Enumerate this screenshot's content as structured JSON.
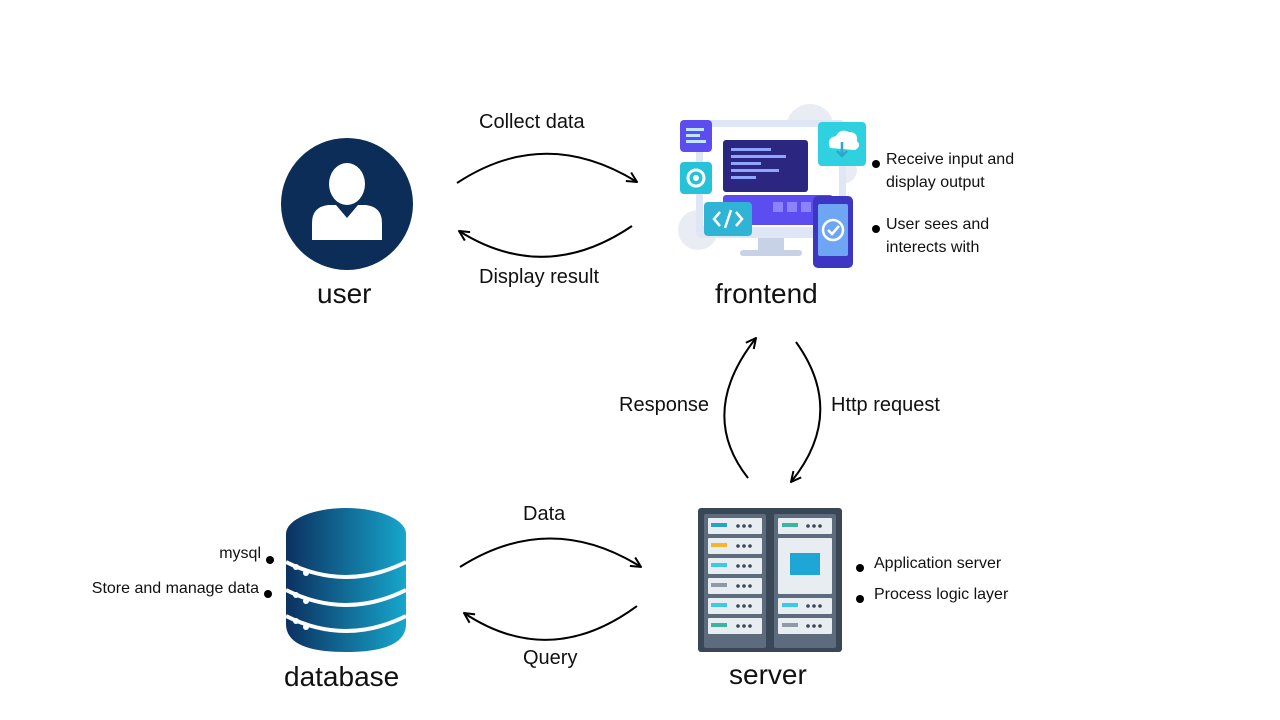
{
  "nodes": {
    "user": {
      "label": "user"
    },
    "frontend": {
      "label": "frontend",
      "notes": [
        "Receive input and display output",
        "User sees and interects with"
      ]
    },
    "server": {
      "label": "server",
      "notes": [
        "Application server",
        "Process logic layer"
      ]
    },
    "database": {
      "label": "database",
      "notes": [
        "mysql",
        "Store and manage data"
      ]
    }
  },
  "edges": {
    "collect_data": "Collect data",
    "display_result": "Display result",
    "response": "Response",
    "http_request": "Http request",
    "data": "Data",
    "query": "Query"
  },
  "colors": {
    "user_circle": "#0b2d57",
    "db_dark": "#0b3160",
    "db_light": "#17a6cc",
    "frontend_accent": "#5b4df0",
    "server_dark": "#3a4756"
  }
}
